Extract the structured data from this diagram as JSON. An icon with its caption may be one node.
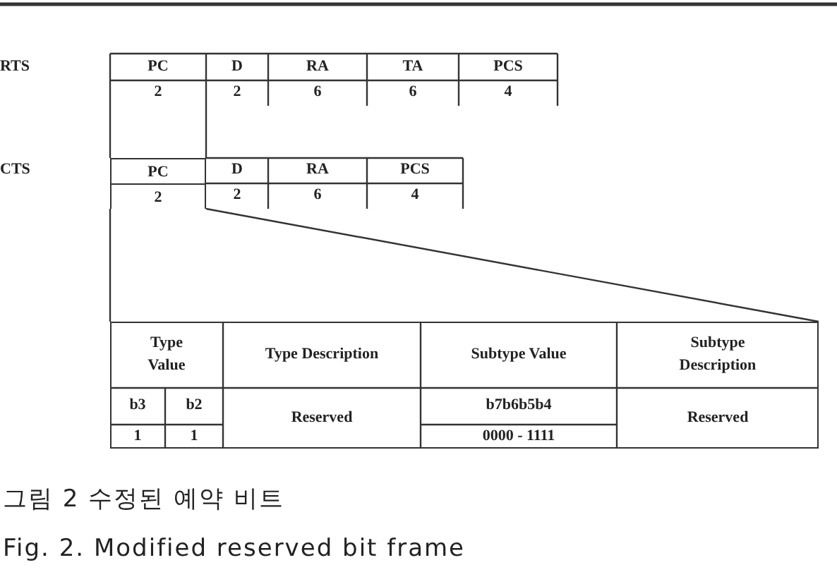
{
  "diagram": {
    "caption": "그림 2 수정된 예약 비트",
    "nodes": [
      {
        "text": [
          "PC",
          "2"
        ]
      },
      {
        "text": [],
        "shape": "box"
      }
    ],
    "edges": [
      {
        "from": 0,
        "to": 1,
        "arrow": "none"
      },
      {
        "from": 0,
        "to": 1,
        "arrow": "none"
      }
    ],
    "labels": [
      "RTS",
      "PC",
      "D",
      "RA",
      "TA",
      "PCS",
      "2",
      "2",
      "6",
      "6",
      "4",
      "CTS",
      "D",
      "RA",
      "PCS",
      "2",
      "6",
      "4",
      "Type Value",
      "Type Description",
      "Subtype Value",
      "Subtype Description",
      "b3",
      "b2",
      "Reserved",
      "b7b6b5b4",
      "Reserved",
      "1",
      "1",
      "0000 - 1111",
      "Fig. 2. Modified reserved bit frame"
    ]
  }
}
